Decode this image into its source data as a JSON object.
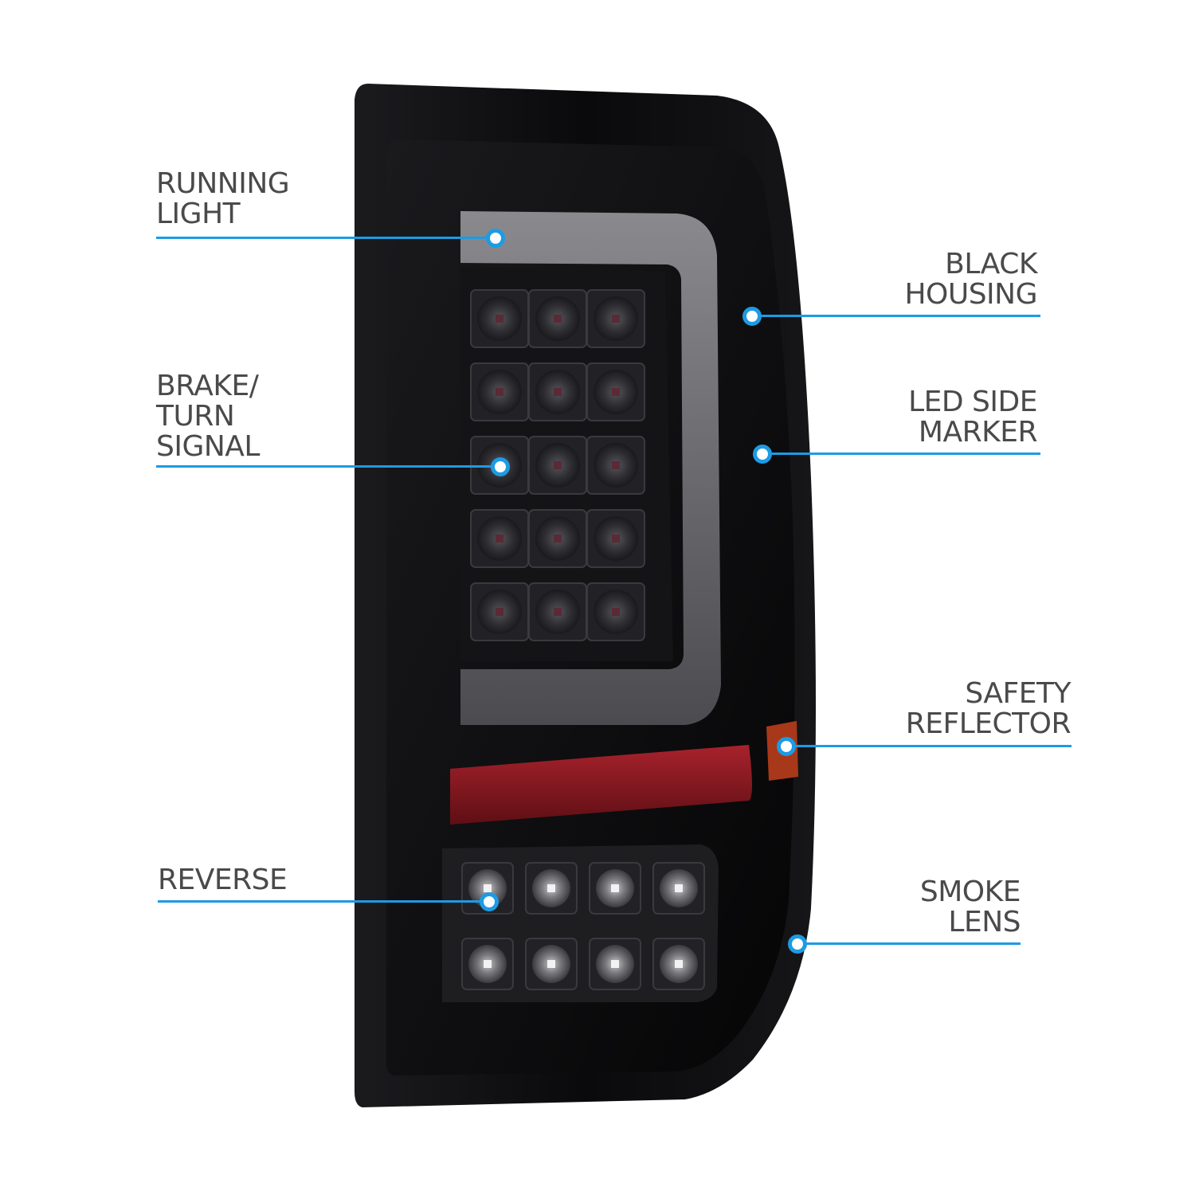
{
  "colors": {
    "leader": "#1d9be4",
    "label_text": "#4a4a4a",
    "housing": "#0b0b0d",
    "smoke_lens": "#2a2a2e",
    "reflector": "#8e1a22",
    "amber_reflector": "#b0401a"
  },
  "callouts": {
    "running_light": {
      "lines": [
        "RUNNING",
        "LIGHT"
      ]
    },
    "brake_turn": {
      "lines": [
        "BRAKE/",
        "TURN",
        "SIGNAL"
      ]
    },
    "reverse": {
      "lines": [
        "REVERSE"
      ]
    },
    "black_housing": {
      "lines": [
        "BLACK",
        "HOUSING"
      ]
    },
    "led_side_marker": {
      "lines": [
        "LED SIDE",
        "MARKER"
      ]
    },
    "safety_reflector": {
      "lines": [
        "SAFETY",
        "REFLECTOR"
      ]
    },
    "smoke_lens": {
      "lines": [
        "SMOKE",
        "LENS"
      ]
    }
  },
  "product": {
    "icon": "tail-light-assembly",
    "brake_led_grid": {
      "rows": 5,
      "cols": 3
    },
    "reverse_led_grid": {
      "rows": 2,
      "cols": 4
    }
  }
}
